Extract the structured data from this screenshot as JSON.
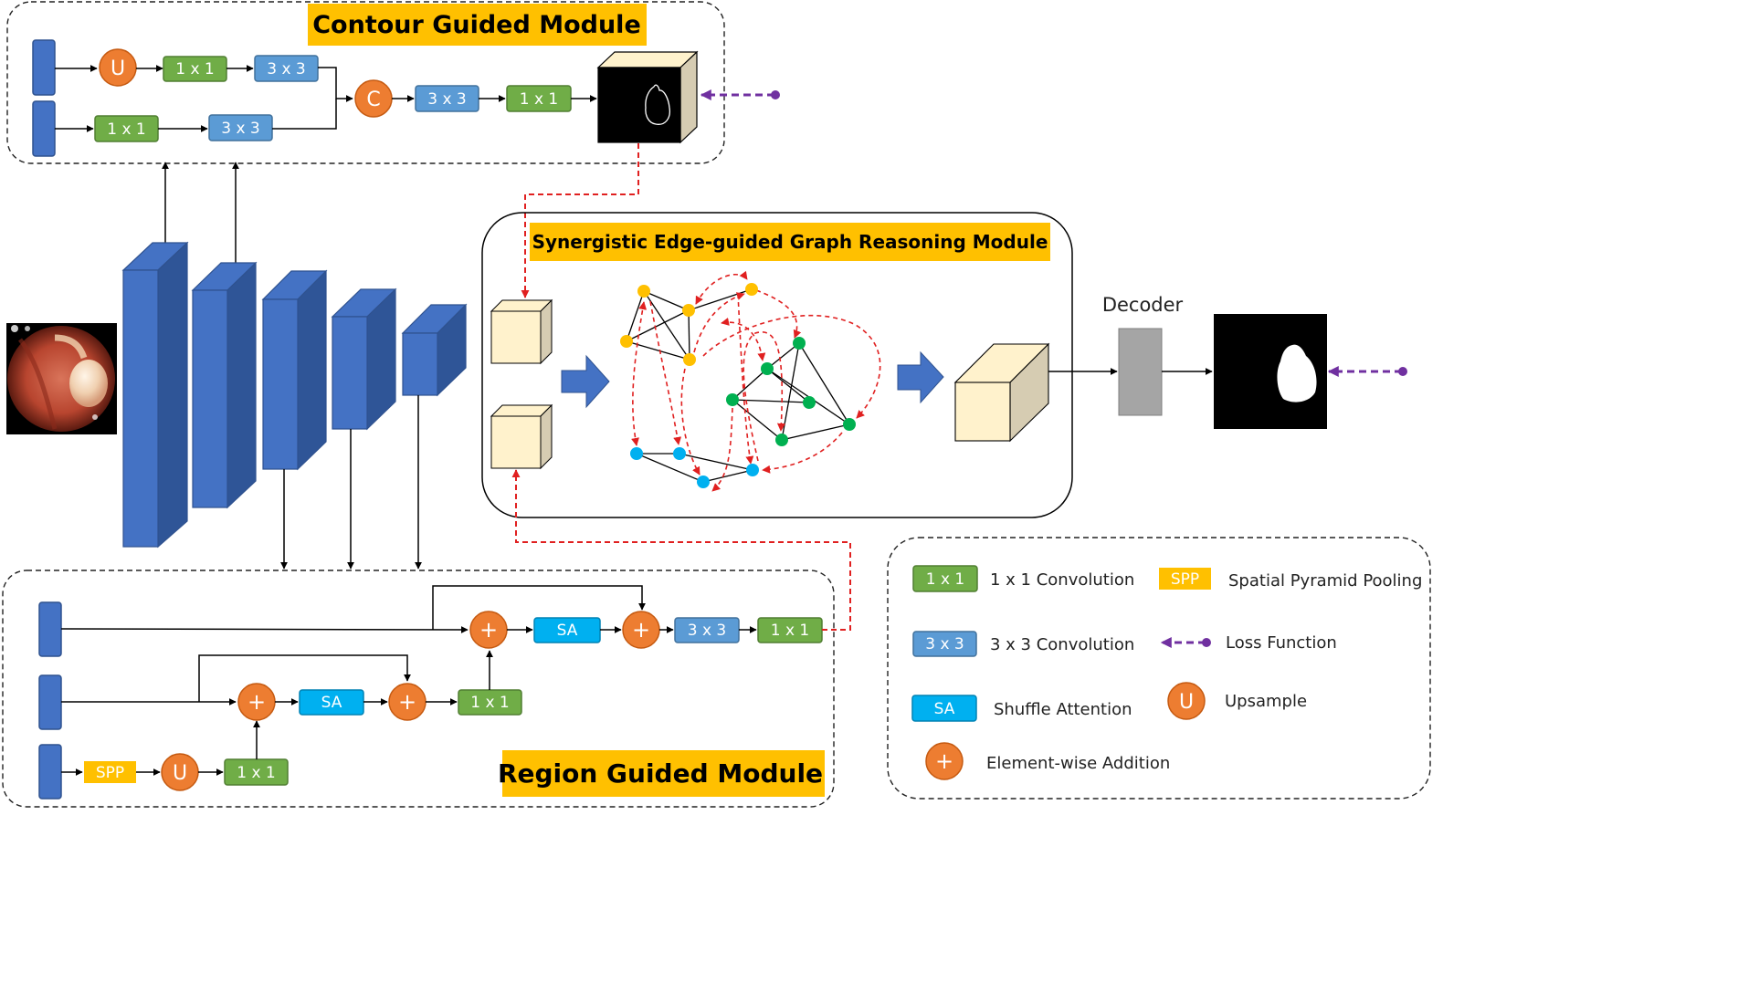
{
  "contour_module": {
    "title": "Contour Guided Module",
    "row1": [
      "U",
      "1 x 1",
      "3 x 3"
    ],
    "row2": [
      "1 x 1",
      "3 x 3"
    ],
    "concat": "C",
    "after_concat": [
      "3 x 3",
      "1 x 1"
    ]
  },
  "region_module": {
    "title": "Region Guided Module",
    "spp": "SPP",
    "upsample": "U",
    "conv_low": "1 x 1",
    "sa1": "SA",
    "conv_mid": "1 x 1",
    "sa2": "SA",
    "conv3": "3 x 3",
    "conv_out": "1 x 1",
    "plus": "+"
  },
  "graph_module": {
    "title": "Synergistic Edge-guided Graph Reasoning Module"
  },
  "decoder_label": "Decoder",
  "legend": {
    "conv1": {
      "sample": "1 x 1",
      "text": "1 x 1 Convolution"
    },
    "conv3": {
      "sample": "3 x 3",
      "text": "3 x 3 Convolution"
    },
    "sa": {
      "sample": "SA",
      "text": "Shuffle Attention"
    },
    "add": {
      "sample": "+",
      "text": "Element-wise Addition"
    },
    "spp": {
      "sample": "SPP",
      "text": "Spatial Pyramid Pooling"
    },
    "loss": {
      "text": "Loss Function"
    },
    "upsample": {
      "sample": "U",
      "text": "Upsample"
    }
  },
  "colors": {
    "green": "#70ad47",
    "blue_light": "#5b9bd5",
    "cyan": "#00b0f0",
    "orange": "#ed7d31",
    "yellow": "#ffc000",
    "encoder": "#4472c4",
    "red_dash": "#e02020",
    "purple": "#7030a0",
    "cube": "#fff2cc",
    "decoder_gray": "#a5a5a5"
  }
}
